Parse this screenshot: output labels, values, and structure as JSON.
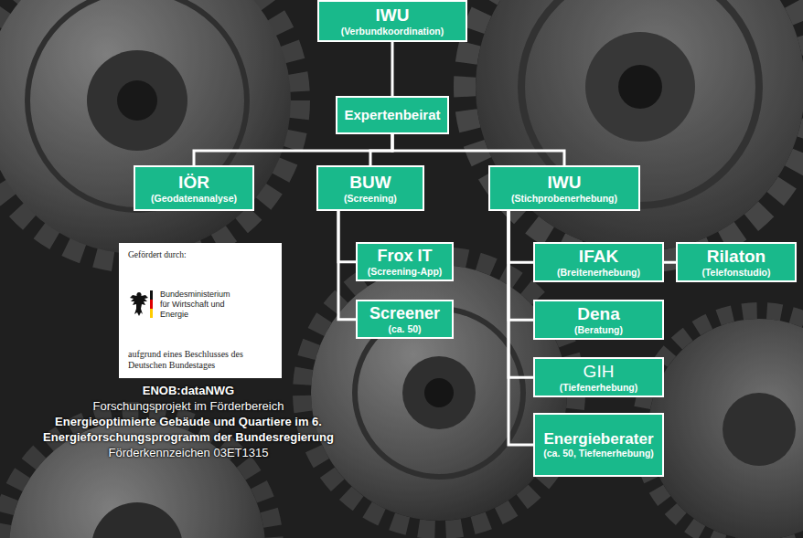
{
  "diagram": {
    "nodes": [
      {
        "text": [
          "IWU",
          "(Verbundkoordination)"
        ]
      },
      {
        "text": [
          "Expertenbeirat"
        ]
      },
      {
        "text": [
          "IÖR",
          "(Geodatenanalyse)"
        ]
      },
      {
        "text": [
          "BUW",
          "(Screening)"
        ]
      },
      {
        "text": [
          "IWU",
          "(Stichprobenerhebung)"
        ]
      },
      {
        "text": [
          "Frox IT",
          "(Screening-App)"
        ]
      },
      {
        "text": [
          "Screener",
          "(ca. 50)"
        ]
      },
      {
        "text": [
          "IFAK",
          "(Breitenerhebung)"
        ]
      },
      {
        "text": [
          "Rilaton",
          "(Telefonstudio)"
        ]
      },
      {
        "text": [
          "Dena",
          "(Beratung)"
        ]
      },
      {
        "text": [
          "GIH",
          "(Tiefenerhebung)"
        ]
      },
      {
        "text": [
          "Energieberater",
          "(ca. 50, Tiefenerhebung)"
        ]
      },
      {
        "text": [
          "Gefördert durch:",
          "Bundesministerium für Wirtschaft und Energie",
          "aufgrund eines Beschlusses des Deutschen Bundestages"
        ]
      }
    ],
    "edges": [
      {
        "from": 0,
        "to": 1,
        "arrow": "none"
      },
      {
        "from": 1,
        "to": 2,
        "arrow": "none"
      },
      {
        "from": 1,
        "to": 3,
        "arrow": "none"
      },
      {
        "from": 1,
        "to": 4,
        "arrow": "none"
      },
      {
        "from": 3,
        "to": 5,
        "arrow": "none"
      },
      {
        "from": 3,
        "to": 6,
        "arrow": "none"
      },
      {
        "from": 4,
        "to": 7,
        "arrow": "none"
      },
      {
        "from": 4,
        "to": 9,
        "arrow": "none"
      },
      {
        "from": 4,
        "to": 10,
        "arrow": "none"
      },
      {
        "from": 4,
        "to": 11,
        "arrow": "none"
      },
      {
        "from": 7,
        "to": 8,
        "arrow": "none"
      }
    ],
    "labels": [
      "ENOB:dataNWG",
      "Forschungsprojekt im Förderbereich",
      "Energieoptimierte Gebäude und Quartiere im 6. Energieforschungsprogramm der Bundesregierung",
      "Förderkennzeichen 03ET1315"
    ]
  }
}
